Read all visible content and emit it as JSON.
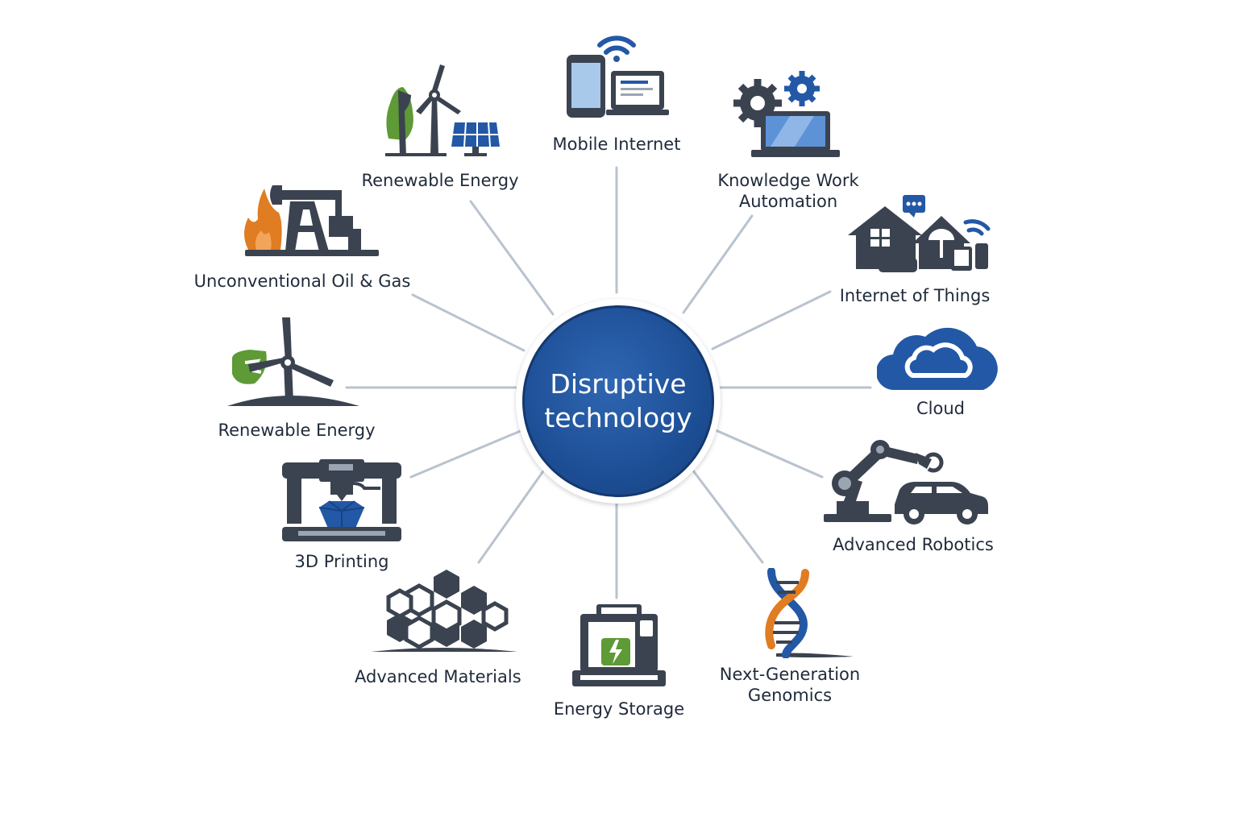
{
  "center": {
    "title": "Disruptive technology"
  },
  "nodes": [
    {
      "label": "Mobile Internet",
      "icon": "mobile-laptop-wifi-icon"
    },
    {
      "label": "Knowledge Work Automation",
      "icon": "gears-laptop-icon"
    },
    {
      "label": "Internet of Things",
      "icon": "smart-home-icon"
    },
    {
      "label": "Cloud",
      "icon": "cloud-icon"
    },
    {
      "label": "Advanced Robotics",
      "icon": "robot-arm-car-icon"
    },
    {
      "label": "Next-Generation Genomics",
      "icon": "dna-icon"
    },
    {
      "label": "Energy Storage",
      "icon": "battery-printer-icon"
    },
    {
      "label": "Advanced Materials",
      "icon": "hexagon-lattice-icon"
    },
    {
      "label": "3D Printing",
      "icon": "3d-printer-icon"
    },
    {
      "label": "Renewable Energy",
      "icon": "leaf-wind-turbine-icon"
    },
    {
      "label": "Unconventional Oil & Gas",
      "icon": "oil-pump-flame-icon"
    },
    {
      "label": "Renewable Energy",
      "icon": "tree-turbine-solar-icon"
    }
  ],
  "colors": {
    "hub": "#1d4f96",
    "connector": "#b9c3cf",
    "icon_dark": "#3b4350",
    "icon_blue": "#2358a6",
    "icon_green": "#5e9a35",
    "icon_orange": "#e07c22"
  }
}
